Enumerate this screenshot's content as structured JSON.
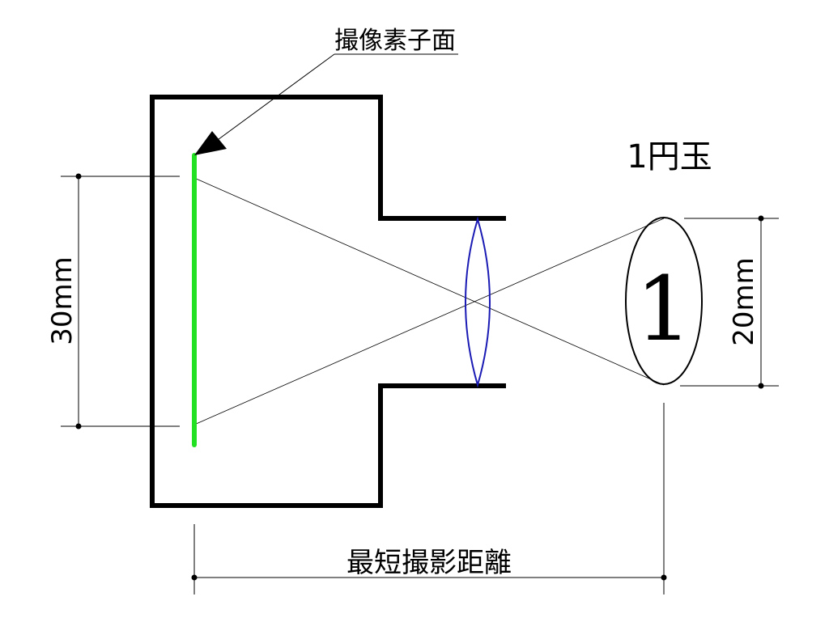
{
  "labels": {
    "sensor_plane": "撮像素子面",
    "coin": "1円玉",
    "coin_face": "1",
    "sensor_height": "30mm",
    "coin_diameter": "20mm",
    "min_focus_distance": "最短撮影距離"
  },
  "colors": {
    "outline": "#000000",
    "sensor": "#22e022",
    "lens": "#1a1ab4"
  }
}
